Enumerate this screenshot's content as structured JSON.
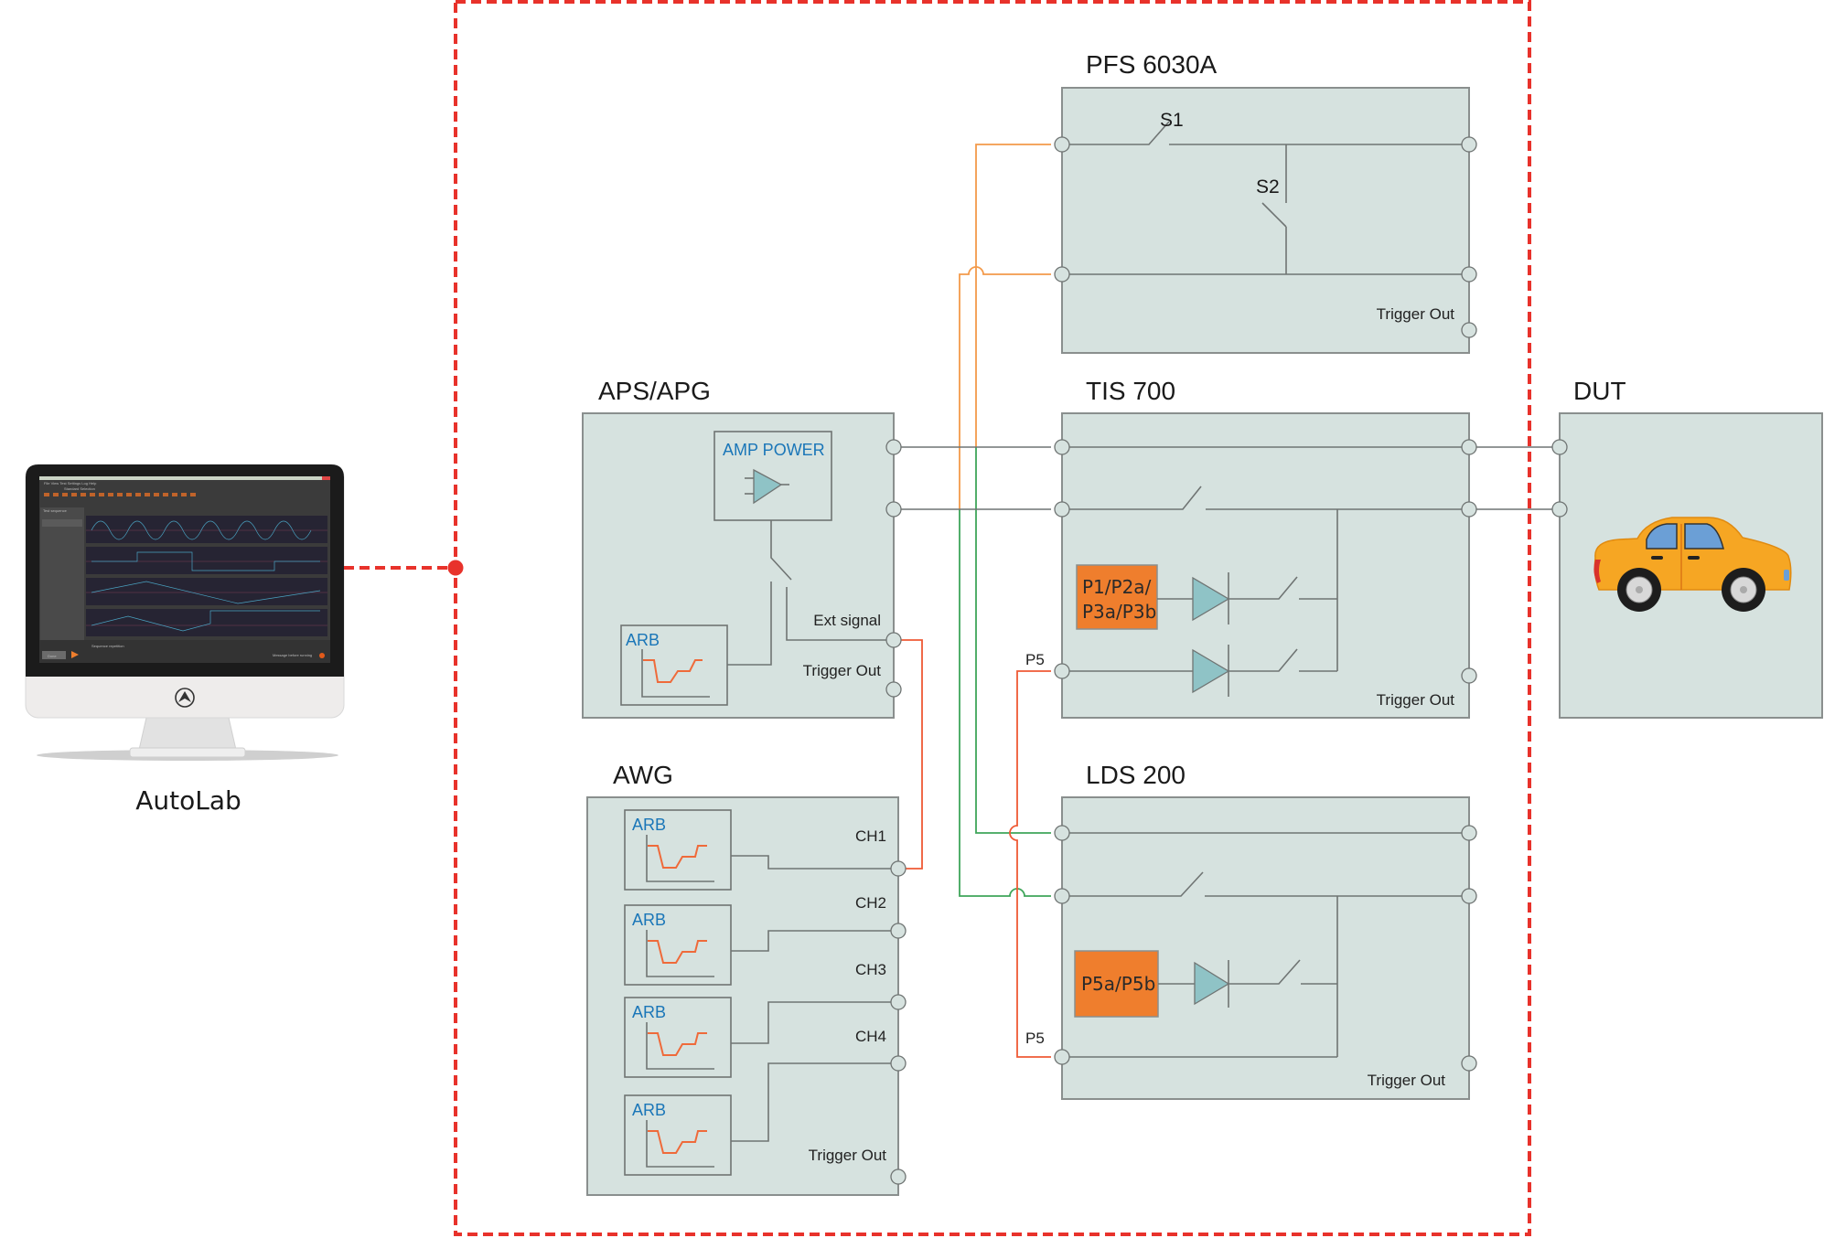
{
  "controller": {
    "label": "AutoLab",
    "screen": {
      "menu": [
        "File",
        "View",
        "Test",
        "Settings",
        "Log",
        "Help"
      ],
      "selector": "Standard Selection",
      "sidebar_title": "Test sequence",
      "sequence_repetition_label": "Sequence repetition",
      "done_button": "Done",
      "message_before_running": "Message before running"
    }
  },
  "instruments": {
    "pfs": {
      "title": "PFS 6030A",
      "switch1": "S1",
      "switch2": "S2",
      "trigger_out": "Trigger Out"
    },
    "aps": {
      "title": "APS/APG",
      "amp_power": "AMP POWER",
      "arb": "ARB",
      "ext_signal": "Ext signal",
      "trigger_out": "Trigger Out"
    },
    "tis": {
      "title": "TIS 700",
      "pulse_block_line1": "P1/P2a/",
      "pulse_block_line2": "P3a/P3b",
      "p5_label": "P5",
      "trigger_out": "Trigger Out"
    },
    "lds": {
      "title": "LDS 200",
      "pulse_block": "P5a/P5b",
      "p5_label": "P5",
      "trigger_out": "Trigger Out"
    },
    "awg": {
      "title": "AWG",
      "channels": [
        {
          "arb": "ARB",
          "label": "CH1"
        },
        {
          "arb": "ARB",
          "label": "CH2"
        },
        {
          "arb": "ARB",
          "label": "CH3"
        },
        {
          "arb": "ARB",
          "label": "CH4"
        }
      ],
      "trigger_out": "Trigger Out"
    },
    "dut": {
      "title": "DUT",
      "icon": "car-icon"
    }
  },
  "colors": {
    "boundary": "#e8322b",
    "box_fill": "#d6e2df",
    "pulse_block": "#ef7e2d",
    "wire_orange": "#f39a4a",
    "wire_green": "#3fa55a",
    "wire_red": "#ef5a35",
    "label_blue": "#1a76b8"
  }
}
